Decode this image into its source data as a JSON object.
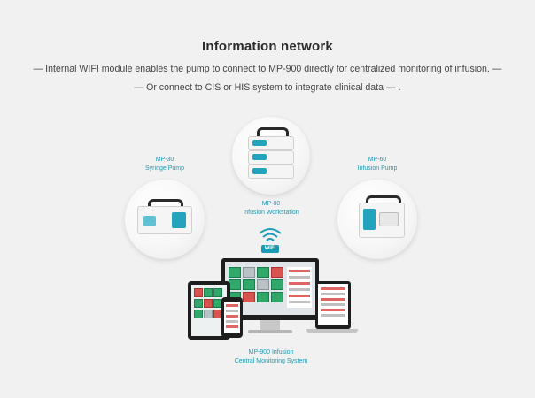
{
  "header": {
    "title": "Information network",
    "line1": "—  Internal WIFI module enables the pump to connect to MP-900 directly for centralized monitoring of infusion.  —",
    "line2": "—  Or connect to CIS or HIS system to integrate clinical data  —  ."
  },
  "products": {
    "mp30": {
      "line1": "MP-30",
      "line2": "Syringe Pump"
    },
    "mp80": {
      "line1": "MP-80",
      "line2": "Infusion Workstation"
    },
    "mp60": {
      "line1": "MP-60",
      "line2": "Infusion  Pump"
    },
    "mp900": {
      "line1": "MP-900 Infusion",
      "line2": "Central Monitoring System"
    }
  },
  "wifi": {
    "badge": "WiFi"
  },
  "colors": {
    "accent": "#1a9bb5",
    "background": "#f1f1f1"
  }
}
